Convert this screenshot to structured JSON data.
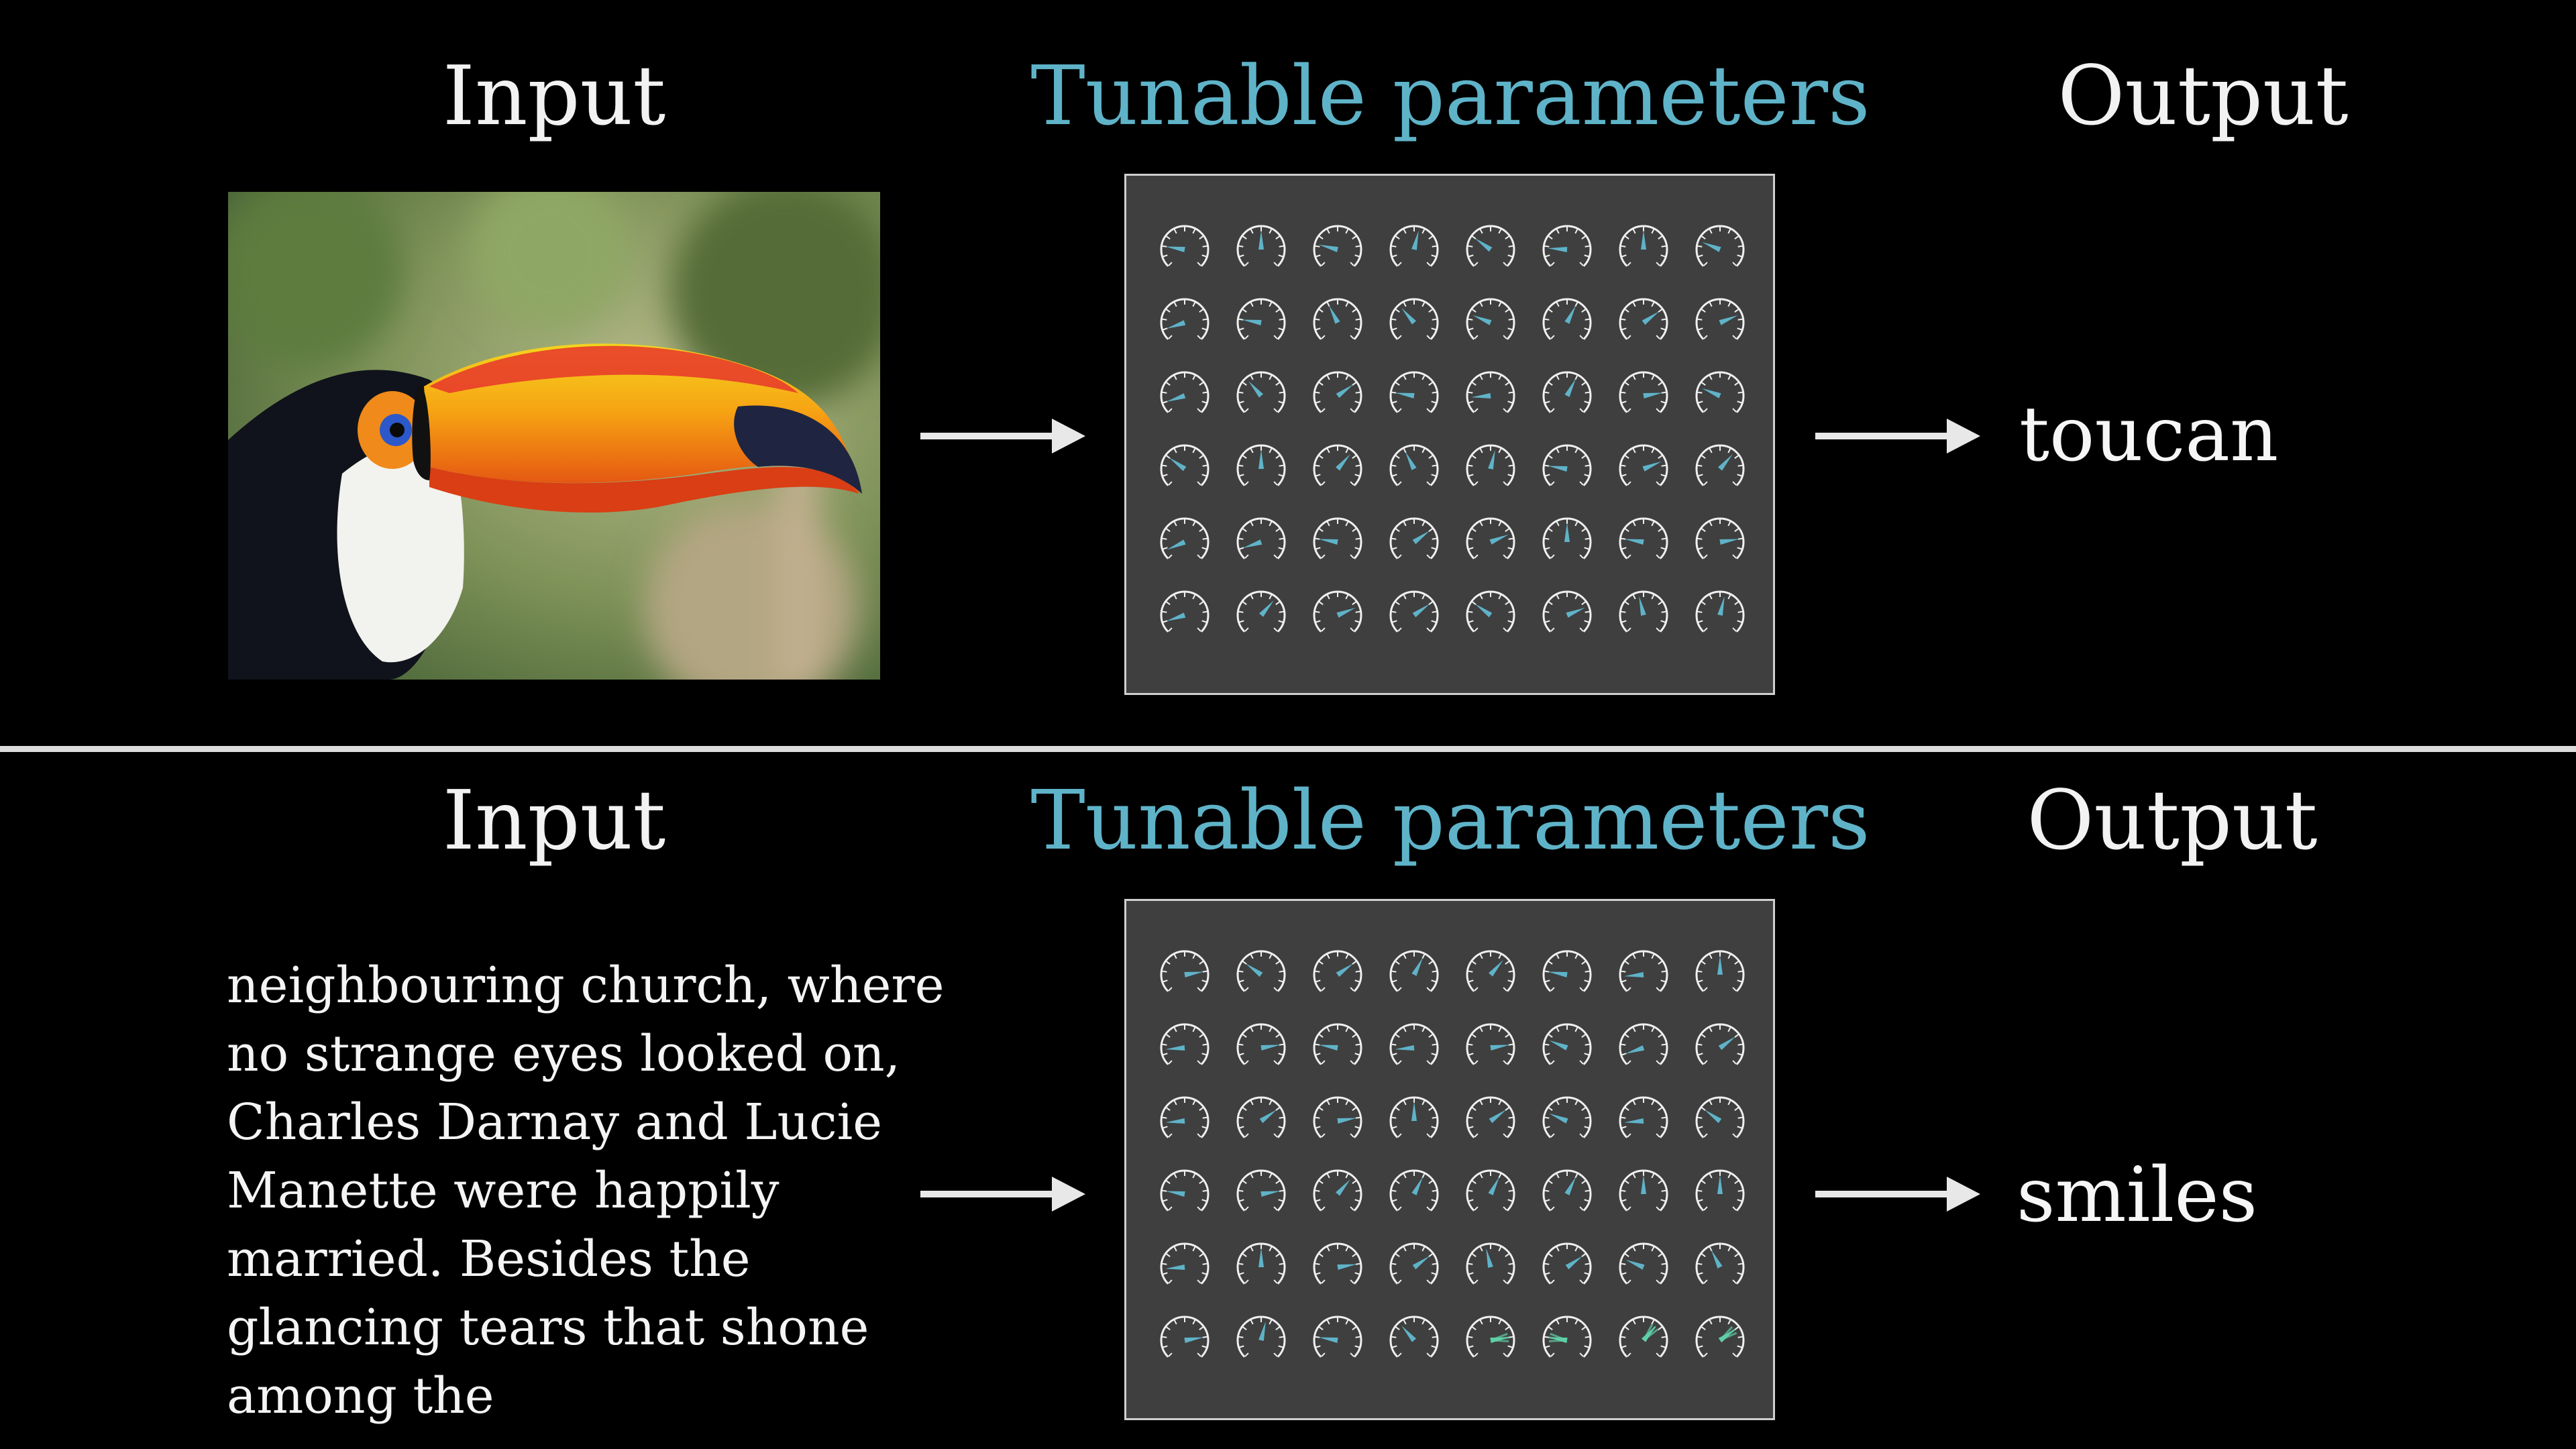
{
  "top": {
    "input_heading": "Input",
    "params_heading": "Tunable parameters",
    "output_heading": "Output",
    "output_value": "toucan"
  },
  "bottom": {
    "input_heading": "Input",
    "params_heading": "Tunable parameters",
    "output_heading": "Output",
    "output_value": "smiles",
    "passage_lines": [
      "neighbouring church, where",
      "no strange eyes looked on,",
      "Charles Darnay and Lucie",
      "Manette were happily",
      "married. Besides the",
      "glancing tears that shone",
      "among the"
    ]
  },
  "colors": {
    "accent": "#5fb3c8",
    "panel_bg": "#3f3f3f",
    "highlight": "#5fd0a8"
  },
  "dial_grid": {
    "rows": 6,
    "cols": 8,
    "top_levels": [
      0.2,
      0.5,
      0.22,
      0.55,
      0.3,
      0.18,
      0.5,
      0.25,
      0.1,
      0.2,
      0.4,
      0.35,
      0.25,
      0.6,
      0.7,
      0.75,
      0.1,
      0.35,
      0.7,
      0.2,
      0.15,
      0.6,
      0.8,
      0.25,
      0.3,
      0.5,
      0.65,
      0.4,
      0.55,
      0.2,
      0.75,
      0.65,
      0.08,
      0.1,
      0.2,
      0.7,
      0.75,
      0.5,
      0.2,
      0.8,
      0.1,
      0.65,
      0.75,
      0.7,
      0.3,
      0.75,
      0.45,
      0.55
    ],
    "bottom_levels": [
      0.8,
      0.3,
      0.7,
      0.6,
      0.65,
      0.2,
      0.15,
      0.5,
      0.15,
      0.8,
      0.2,
      0.15,
      0.8,
      0.25,
      0.1,
      0.7,
      0.15,
      0.7,
      0.8,
      0.5,
      0.7,
      0.25,
      0.15,
      0.3,
      0.2,
      0.8,
      0.65,
      0.6,
      0.6,
      0.6,
      0.5,
      0.5,
      0.15,
      0.5,
      0.8,
      0.7,
      0.45,
      0.7,
      0.25,
      0.4,
      0.8,
      0.55,
      0.2,
      0.35,
      0.8,
      0.2,
      0.65,
      0.7
    ],
    "bottom_highlighted": [
      44,
      45,
      46,
      47
    ]
  }
}
